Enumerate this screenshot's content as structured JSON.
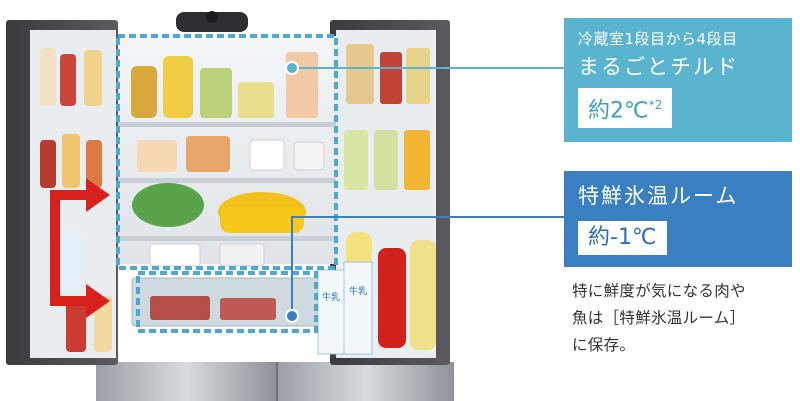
{
  "callout_chilled": {
    "line1": "冷蔵室1段目から4段目",
    "line2": "まるごとチルド",
    "temp_value": "約2℃",
    "temp_note_mark": "*2"
  },
  "callout_ice": {
    "title": "特鮮氷温ルーム",
    "temp_value": "約-1℃"
  },
  "note": {
    "line1": "特に鮮度が気になる肉や",
    "line2": "魚は［特鮮氷温ルーム］",
    "line3": "に保存。"
  },
  "drawer_labels": {
    "milk": "牛乳"
  },
  "colors": {
    "chilled_accent": "#5ab3cf",
    "ice_accent": "#3a7fc1",
    "arrow_red": "#d8211c",
    "dashed_outline": "#4ea8d0"
  }
}
